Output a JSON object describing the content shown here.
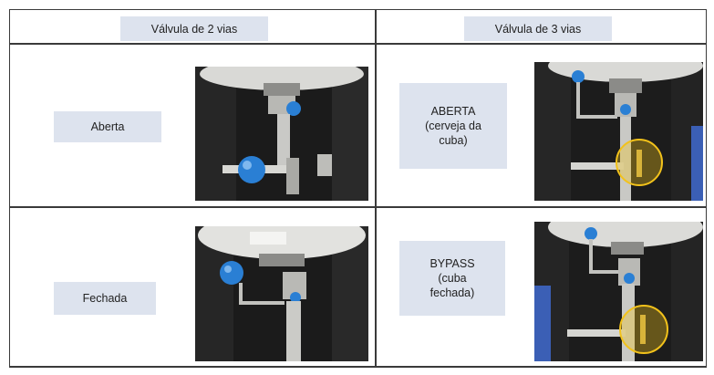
{
  "table": {
    "headers": {
      "two_way": "Válvula de 2 vias",
      "three_way": "Válvula de 3 vias"
    },
    "rows": [
      {
        "two_way_state": "Aberta",
        "three_way_state": "ABERTA\n(cerveja da\ncuba)",
        "two_way_photo": "valve-2way-open-photo",
        "three_way_photo": "valve-3way-open-photo"
      },
      {
        "two_way_state": "Fechada",
        "three_way_state": "BYPASS\n(cuba\nfechada)",
        "two_way_photo": "valve-2way-closed-photo",
        "three_way_photo": "valve-3way-bypass-photo"
      }
    ]
  },
  "colors": {
    "label_bg": "#dde3ee",
    "border": "#3a3a3a",
    "valve_handle": "#2a7fd4",
    "highlight": "#f2c21b"
  }
}
